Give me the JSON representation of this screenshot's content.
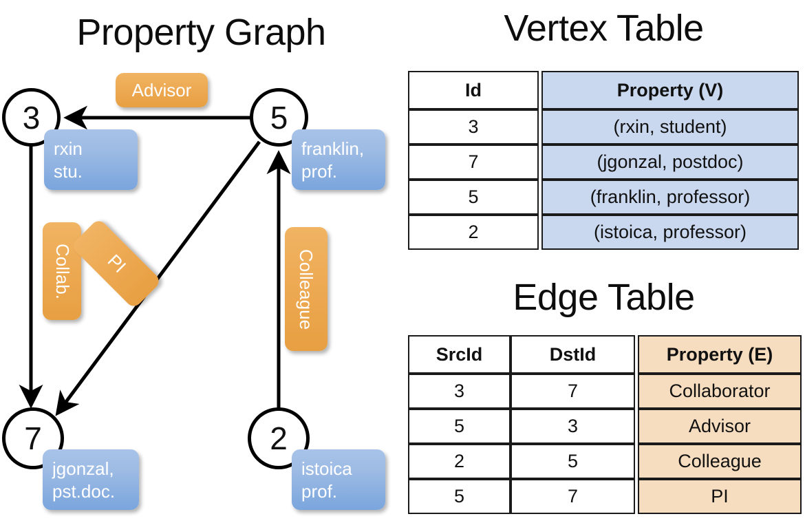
{
  "titles": {
    "property_graph": "Property Graph",
    "vertex_table": "Vertex Table",
    "edge_table": "Edge Table"
  },
  "graph": {
    "nodes": [
      {
        "id": "3",
        "property": "rxin\nstu."
      },
      {
        "id": "5",
        "property": "franklin,\nprof."
      },
      {
        "id": "7",
        "property": "jgonzal,\npst.doc."
      },
      {
        "id": "2",
        "property": "istoica\nprof."
      }
    ],
    "edge_labels": [
      {
        "name": "advisor",
        "text": "Advisor"
      },
      {
        "name": "collab",
        "text": "Collab."
      },
      {
        "name": "pi",
        "text": "PI"
      },
      {
        "name": "colleague",
        "text": "Colleague"
      }
    ]
  },
  "vertex_table": {
    "headers": [
      "Id",
      "Property (V)"
    ],
    "rows": [
      {
        "id": "3",
        "property": "(rxin, student)"
      },
      {
        "id": "7",
        "property": "(jgonzal, postdoc)"
      },
      {
        "id": "5",
        "property": "(franklin, professor)"
      },
      {
        "id": "2",
        "property": "(istoica, professor)"
      }
    ]
  },
  "edge_table": {
    "headers": [
      "SrcId",
      "DstId",
      "Property (E)"
    ],
    "rows": [
      {
        "src": "3",
        "dst": "7",
        "property": "Collaborator"
      },
      {
        "src": "5",
        "dst": "3",
        "property": "Advisor"
      },
      {
        "src": "2",
        "dst": "5",
        "property": "Colleague"
      },
      {
        "src": "5",
        "dst": "7",
        "property": "PI"
      }
    ]
  },
  "colors": {
    "vertex_property_fill": "#c9d8ef",
    "edge_property_fill": "#f7ddbf",
    "node_bubble_blue": "#7aa5dd",
    "edge_label_orange": "#eeab55",
    "stroke": "#000000"
  }
}
